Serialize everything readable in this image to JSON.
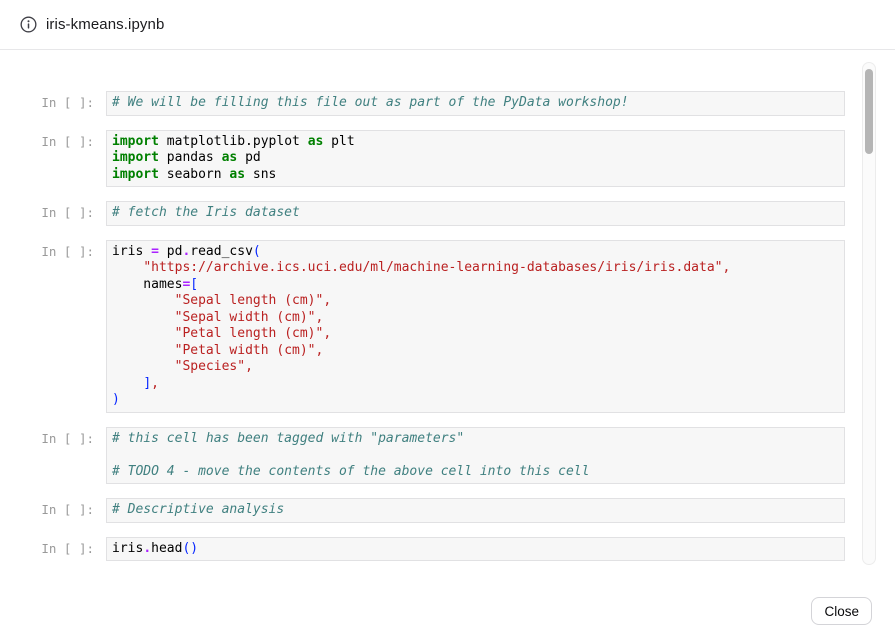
{
  "header": {
    "title": "iris-kmeans.ipynb",
    "icon": "info-icon"
  },
  "footer": {
    "close_label": "Close"
  },
  "colors": {
    "keyword": "#008000",
    "operator": "#aa22ff",
    "string": "#ba2121",
    "comment": "#408080",
    "bracket": "#0626ff",
    "punctuation": "#ba2121",
    "prompt": "#9a9a9a",
    "cell_background": "#f7f7f7",
    "cell_border": "#e1e1e3"
  },
  "notebook": {
    "prompt_label": "In [ ]:",
    "cells": [
      {
        "lines": [
          [
            [
              "com",
              "# We will be filling this file out as part of the PyData workshop!"
            ]
          ]
        ]
      },
      {
        "lines": [
          [
            [
              "kw",
              "import"
            ],
            [
              "txt",
              " matplotlib.pyplot "
            ],
            [
              "kw",
              "as"
            ],
            [
              "txt",
              " plt"
            ]
          ],
          [
            [
              "kw",
              "import"
            ],
            [
              "txt",
              " pandas "
            ],
            [
              "kw",
              "as"
            ],
            [
              "txt",
              " pd"
            ]
          ],
          [
            [
              "kw",
              "import"
            ],
            [
              "txt",
              " seaborn "
            ],
            [
              "kw",
              "as"
            ],
            [
              "txt",
              " sns"
            ]
          ]
        ]
      },
      {
        "lines": [
          [
            [
              "com",
              "# fetch the Iris dataset"
            ]
          ]
        ]
      },
      {
        "lines": [
          [
            [
              "txt",
              "iris "
            ],
            [
              "op",
              "="
            ],
            [
              "txt",
              " pd"
            ],
            [
              "op",
              "."
            ],
            [
              "txt",
              "read_csv"
            ],
            [
              "brk",
              "("
            ]
          ],
          [
            [
              "txt",
              "    "
            ],
            [
              "str",
              "\"https://archive.ics.uci.edu/ml/machine-learning-databases/iris/iris.data\""
            ],
            [
              "pun",
              ","
            ]
          ],
          [
            [
              "txt",
              "    names"
            ],
            [
              "op",
              "="
            ],
            [
              "brk",
              "["
            ]
          ],
          [
            [
              "txt",
              "        "
            ],
            [
              "str",
              "\"Sepal length (cm)\""
            ],
            [
              "pun",
              ","
            ]
          ],
          [
            [
              "txt",
              "        "
            ],
            [
              "str",
              "\"Sepal width (cm)\""
            ],
            [
              "pun",
              ","
            ]
          ],
          [
            [
              "txt",
              "        "
            ],
            [
              "str",
              "\"Petal length (cm)\""
            ],
            [
              "pun",
              ","
            ]
          ],
          [
            [
              "txt",
              "        "
            ],
            [
              "str",
              "\"Petal width (cm)\""
            ],
            [
              "pun",
              ","
            ]
          ],
          [
            [
              "txt",
              "        "
            ],
            [
              "str",
              "\"Species\""
            ],
            [
              "pun",
              ","
            ]
          ],
          [
            [
              "txt",
              "    "
            ],
            [
              "brk",
              "]"
            ],
            [
              "pun",
              ","
            ]
          ],
          [
            [
              "brk",
              ")"
            ]
          ]
        ]
      },
      {
        "lines": [
          [
            [
              "com",
              "# this cell has been tagged with \"parameters\""
            ]
          ],
          [],
          [
            [
              "com",
              "# TODO 4 - move the contents of the above cell into this cell"
            ]
          ]
        ]
      },
      {
        "lines": [
          [
            [
              "com",
              "# Descriptive analysis"
            ]
          ]
        ]
      },
      {
        "lines": [
          [
            [
              "txt",
              "iris"
            ],
            [
              "op",
              "."
            ],
            [
              "txt",
              "head"
            ],
            [
              "brk",
              "()"
            ]
          ]
        ]
      }
    ]
  }
}
